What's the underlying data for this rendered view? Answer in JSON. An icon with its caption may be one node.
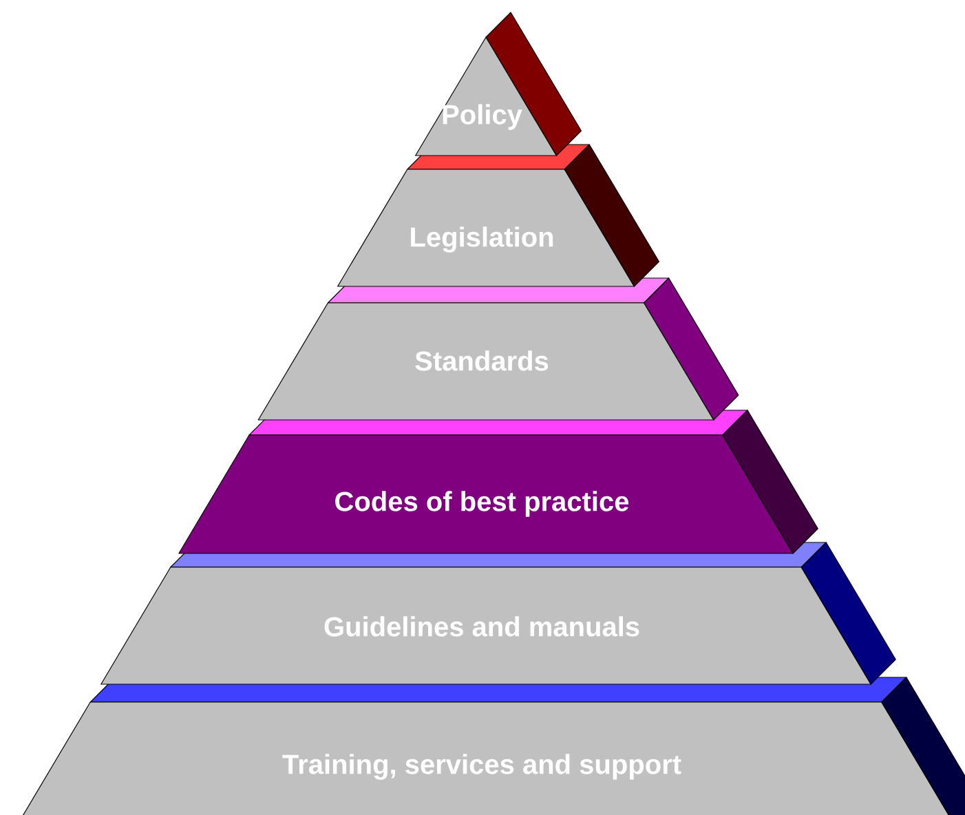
{
  "diagram": {
    "nodes": [
      {
        "text": [
          "Policy"
        ]
      },
      {
        "text": [
          "Legislation"
        ]
      },
      {
        "text": [
          "Standards"
        ]
      },
      {
        "text": [
          "Codes of best practice"
        ]
      },
      {
        "text": [
          "Guidelines and manuals"
        ]
      },
      {
        "text": [
          "Training, services and support"
        ]
      }
    ]
  }
}
